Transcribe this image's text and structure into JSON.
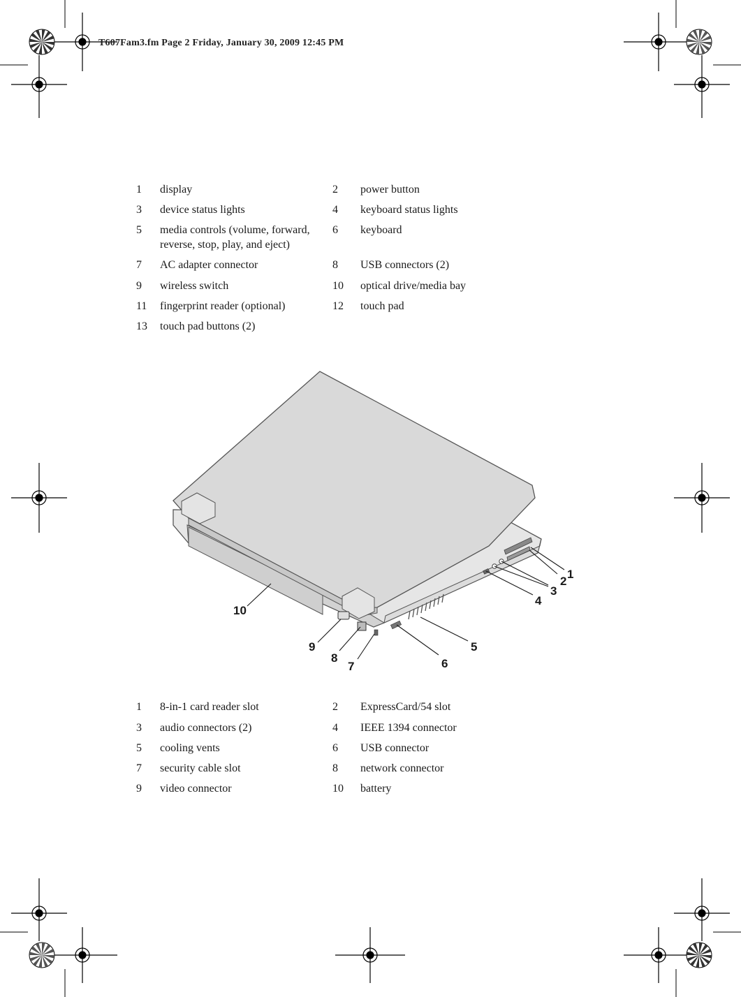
{
  "header": {
    "stamp": "T607Fam3.fm  Page 2  Friday, January 30, 2009  12:45 PM"
  },
  "legend_top": [
    {
      "n1": "1",
      "l1": "display",
      "n2": "2",
      "l2": "power button"
    },
    {
      "n1": "3",
      "l1": "device status lights",
      "n2": "4",
      "l2": "keyboard status lights"
    },
    {
      "n1": "5",
      "l1": "media controls (volume, forward, reverse, stop, play, and eject)",
      "n2": "6",
      "l2": "keyboard"
    },
    {
      "n1": "7",
      "l1": "AC adapter connector",
      "n2": "8",
      "l2": "USB connectors (2)"
    },
    {
      "n1": "9",
      "l1": "wireless switch",
      "n2": "10",
      "l2": "optical drive/media bay"
    },
    {
      "n1": "11",
      "l1": "fingerprint reader (optional)",
      "n2": "12",
      "l2": "touch pad"
    },
    {
      "n1": "13",
      "l1": "touch pad buttons (2)",
      "n2": "",
      "l2": ""
    }
  ],
  "figure": {
    "callouts": [
      "1",
      "2",
      "3",
      "4",
      "5",
      "6",
      "7",
      "8",
      "9",
      "10"
    ]
  },
  "legend_bottom": [
    {
      "n1": "1",
      "l1": "8-in-1 card reader slot",
      "n2": "2",
      "l2": "ExpressCard/54 slot"
    },
    {
      "n1": "3",
      "l1": "audio connectors (2)",
      "n2": "4",
      "l2": "IEEE 1394 connector"
    },
    {
      "n1": "5",
      "l1": "cooling vents",
      "n2": "6",
      "l2": "USB connector"
    },
    {
      "n1": "7",
      "l1": "security cable slot",
      "n2": "8",
      "l2": "network connector"
    },
    {
      "n1": "9",
      "l1": "video connector",
      "n2": "10",
      "l2": "battery"
    }
  ]
}
